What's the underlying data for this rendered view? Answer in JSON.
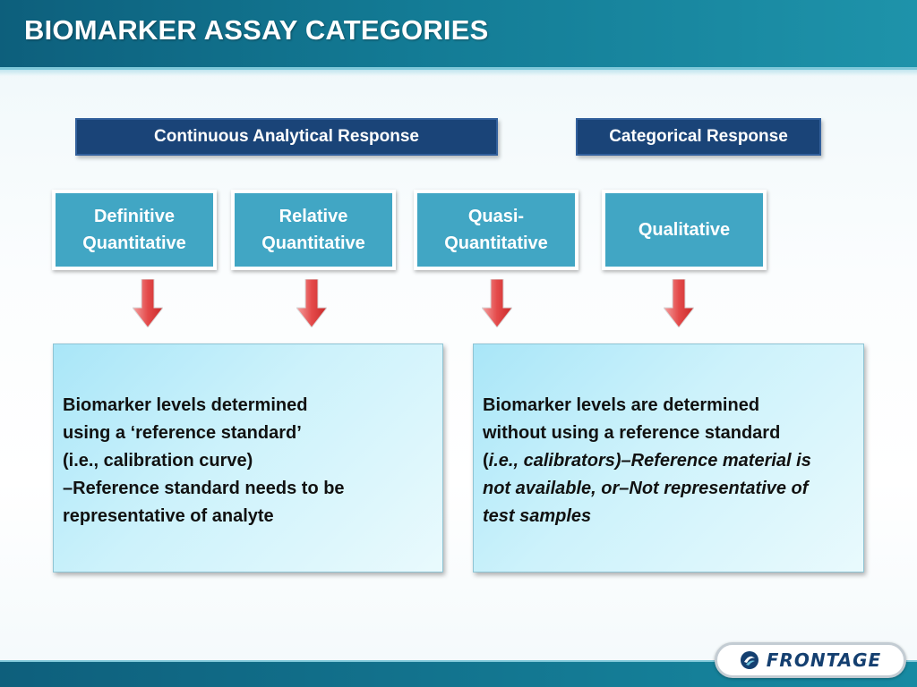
{
  "slide": {
    "title": "BIOMARKER ASSAY CATEGORIES"
  },
  "groups": {
    "continuous": {
      "label": "Continuous Analytical Response"
    },
    "categorical": {
      "label": "Categorical Response"
    }
  },
  "categories": [
    {
      "line1": "Definitive",
      "line2": "Quantitative"
    },
    {
      "line1": "Relative",
      "line2": "Quantitative"
    },
    {
      "line1": "Quasi-",
      "line2": "Quantitative"
    },
    {
      "line1": "Qualitative",
      "line2": ""
    }
  ],
  "descriptions": {
    "left": {
      "line1": "Biomarker levels determined",
      "line2": "using a ‘reference standard’",
      "line3": "(i.e., calibration curve)",
      "line4": "–Reference standard needs to be",
      "line5": "representative of analyte"
    },
    "right": {
      "line1": "Biomarker levels are determined",
      "line2": "without using a reference standard",
      "line3_prefix": "(",
      "line3_italic": "i.e., calibrators)–Reference material is",
      "line4": "not available, or–Not representative of",
      "line5": "test samples"
    }
  },
  "colors": {
    "header": "#137b95",
    "group_header": "#1a4478",
    "category_box": "#41a6c4",
    "arrow": "#e23c3c",
    "description_box": "#cdf2fb"
  },
  "logo": {
    "text": "FRONTAGE",
    "icon": "frontage-logo-icon"
  }
}
